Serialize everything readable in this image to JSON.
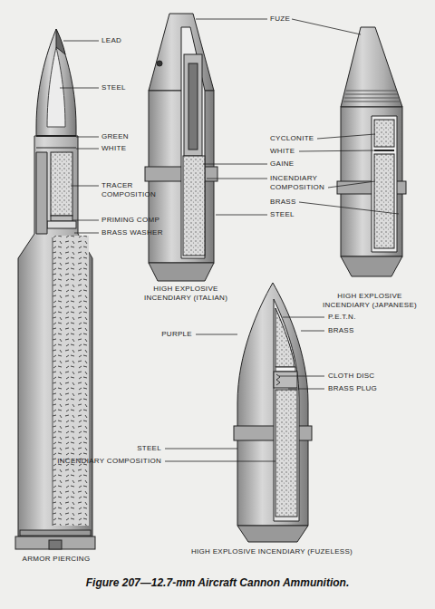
{
  "diagram": {
    "caption": "Figure 207—12.7-mm Aircraft Cannon Ammunition.",
    "labels": [
      "LEAD",
      "STEEL",
      "GREEN",
      "WHITE",
      "TRACER COMPOSITION",
      "PRIMING COMP",
      "BRASS WASHER",
      "FUZE",
      "CYCLONITE",
      "WHITE",
      "GAINE",
      "INCENDIARY COMPOSITION",
      "BRASS",
      "STEEL",
      "HIGH EXPLOSIVE INCENDIARY (ITALIAN)",
      "HIGH EXPLOSIVE INCENDIARY (JAPANESE)",
      "P.E.T.N.",
      "BRASS",
      "PURPLE",
      "CLOTH DISC",
      "BRASS PLUG",
      "STEEL",
      "INCENDIARY COMPOSITION",
      "ARMOR PIERCING",
      "HIGH EXPLOSIVE INCENDIARY (FUZELESS)"
    ]
  }
}
